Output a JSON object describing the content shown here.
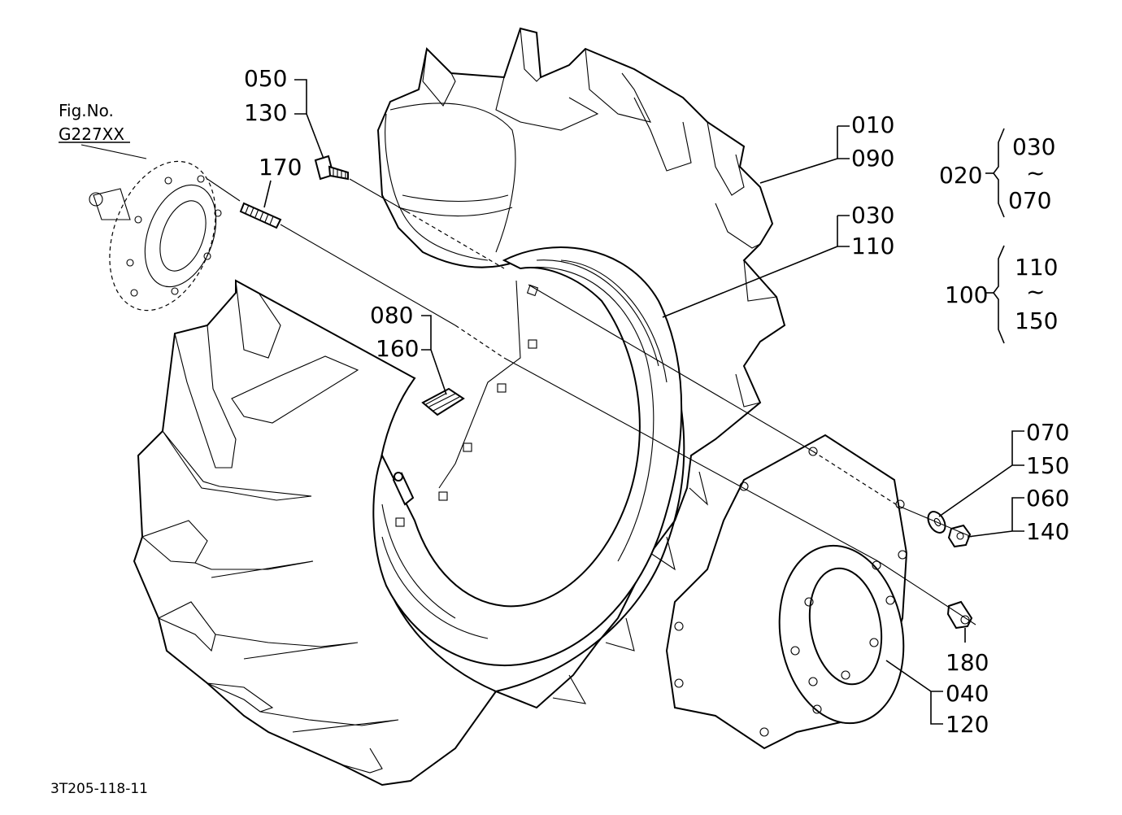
{
  "figure": {
    "fig_label": "Fig.No.",
    "fig_number": "G227XX",
    "drawing_code": "3T205-118-11"
  },
  "callouts": {
    "c050": "050",
    "c130": "130",
    "c170": "170",
    "c010": "010",
    "c090": "090",
    "c030a": "030",
    "c110a": "110",
    "c080": "080",
    "c160": "160",
    "c070": "070",
    "c150": "150",
    "c060": "060",
    "c140": "140",
    "c180": "180",
    "c040": "040",
    "c120": "120"
  },
  "groups": {
    "g020": {
      "id": "020",
      "from": "030",
      "tilde": "~",
      "to": "070"
    },
    "g100": {
      "id": "100",
      "from": "110",
      "tilde": "~",
      "to": "150"
    }
  },
  "icons": [
    "tire-icon",
    "wheel-rim-icon",
    "hub-disc-icon",
    "axle-flange-icon",
    "bolt-icon",
    "stud-icon",
    "washer-icon",
    "nut-icon",
    "valve-icon",
    "balance-weight-icon"
  ]
}
